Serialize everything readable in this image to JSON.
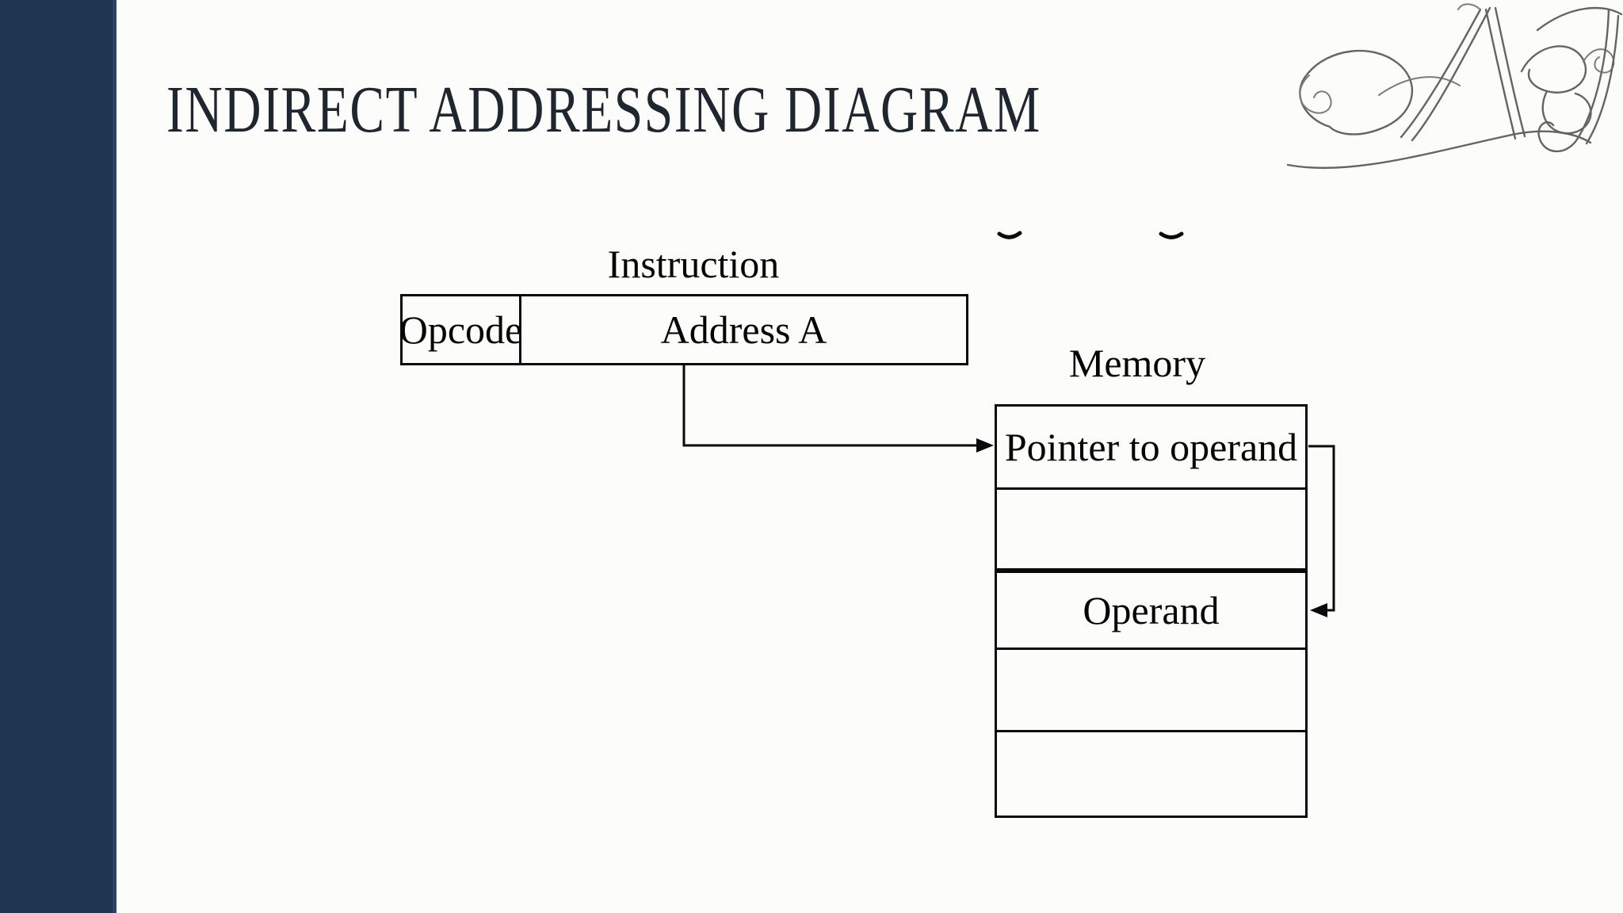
{
  "slide": {
    "title": "INDIRECT ADDRESSING DIAGRAM",
    "background_color": "#fcfdfa",
    "sidebar_color": "#1f3552",
    "line_color": "#0a0a0a",
    "text_color": "#050505"
  },
  "diagram": {
    "instruction": {
      "label": "Instruction",
      "fields": [
        {
          "label": "Opcode"
        },
        {
          "label": "Address A"
        }
      ]
    },
    "memory": {
      "label": "Memory",
      "rows": [
        {
          "label": "Pointer to operand"
        },
        {
          "label": ""
        },
        {
          "label": "Operand"
        },
        {
          "label": ""
        },
        {
          "label": ""
        }
      ]
    },
    "arrows": [
      {
        "from": "Address A",
        "to": "Pointer to operand"
      },
      {
        "from": "Pointer to operand",
        "to": "Operand"
      }
    ]
  },
  "icons": {
    "logo": "calligraphic-monogram"
  }
}
